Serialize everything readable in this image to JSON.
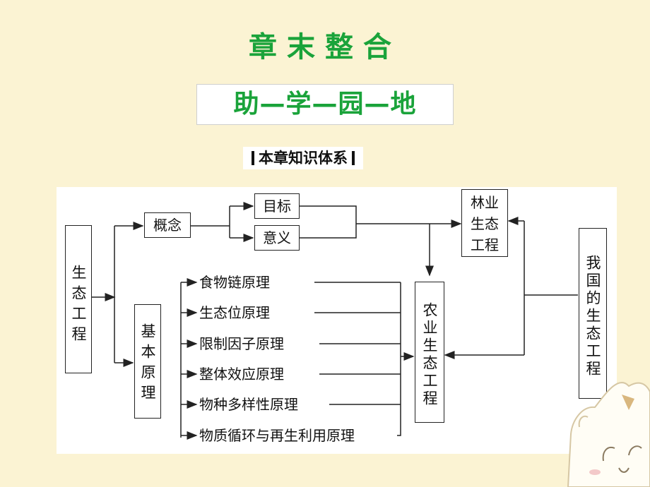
{
  "title": "章末整合",
  "banner": "助—学—园—地",
  "section_title": "本章知识体系",
  "diagram": {
    "root": "生态工程",
    "concept": "概念",
    "goal": "目标",
    "meaning": "意义",
    "principles_box": "基本原理",
    "principles": [
      "食物链原理",
      "生态位原理",
      "限制因子原理",
      "整体效应原理",
      "物种多样性原理",
      "物质循环与再生利用原理"
    ],
    "forestry": "林业生态工程",
    "agriculture": "农业生态工程",
    "china": "我国的生态工程"
  }
}
